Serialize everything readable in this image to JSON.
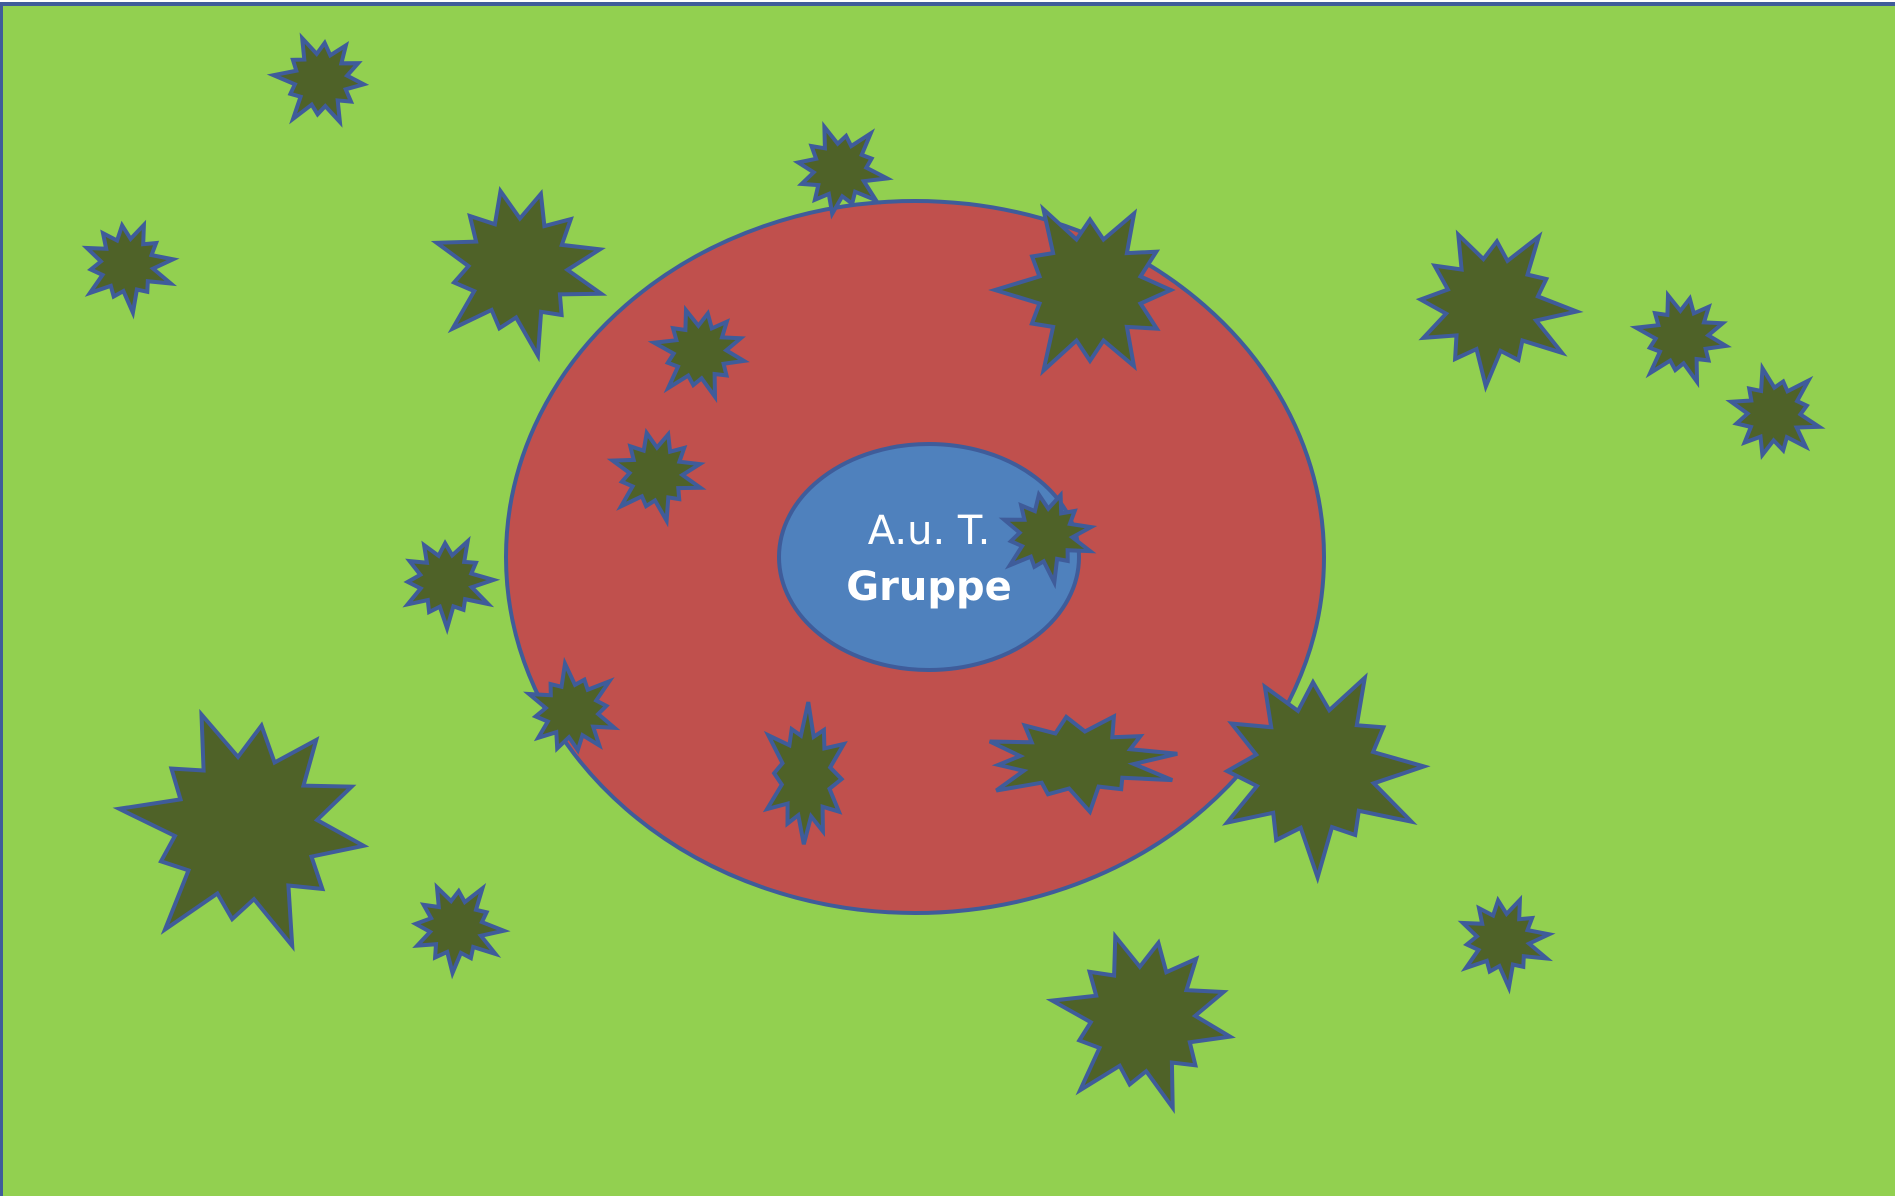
{
  "colors": {
    "field_fill": "#92D050",
    "border": "#3F5C9A",
    "outer_ring_fill": "#C0504D",
    "inner_circle_fill": "#4F81BD",
    "bush_fill": "#4F6228",
    "label_text": "#FFFFFF"
  },
  "diagram": {
    "center_label": {
      "line1": "A.u. T.",
      "line2": "Gruppe"
    },
    "shapes": [
      "field",
      "outer-ring",
      "inner-circle",
      "bush-stars"
    ]
  },
  "icons": {
    "bush": "explosion-star-icon"
  }
}
